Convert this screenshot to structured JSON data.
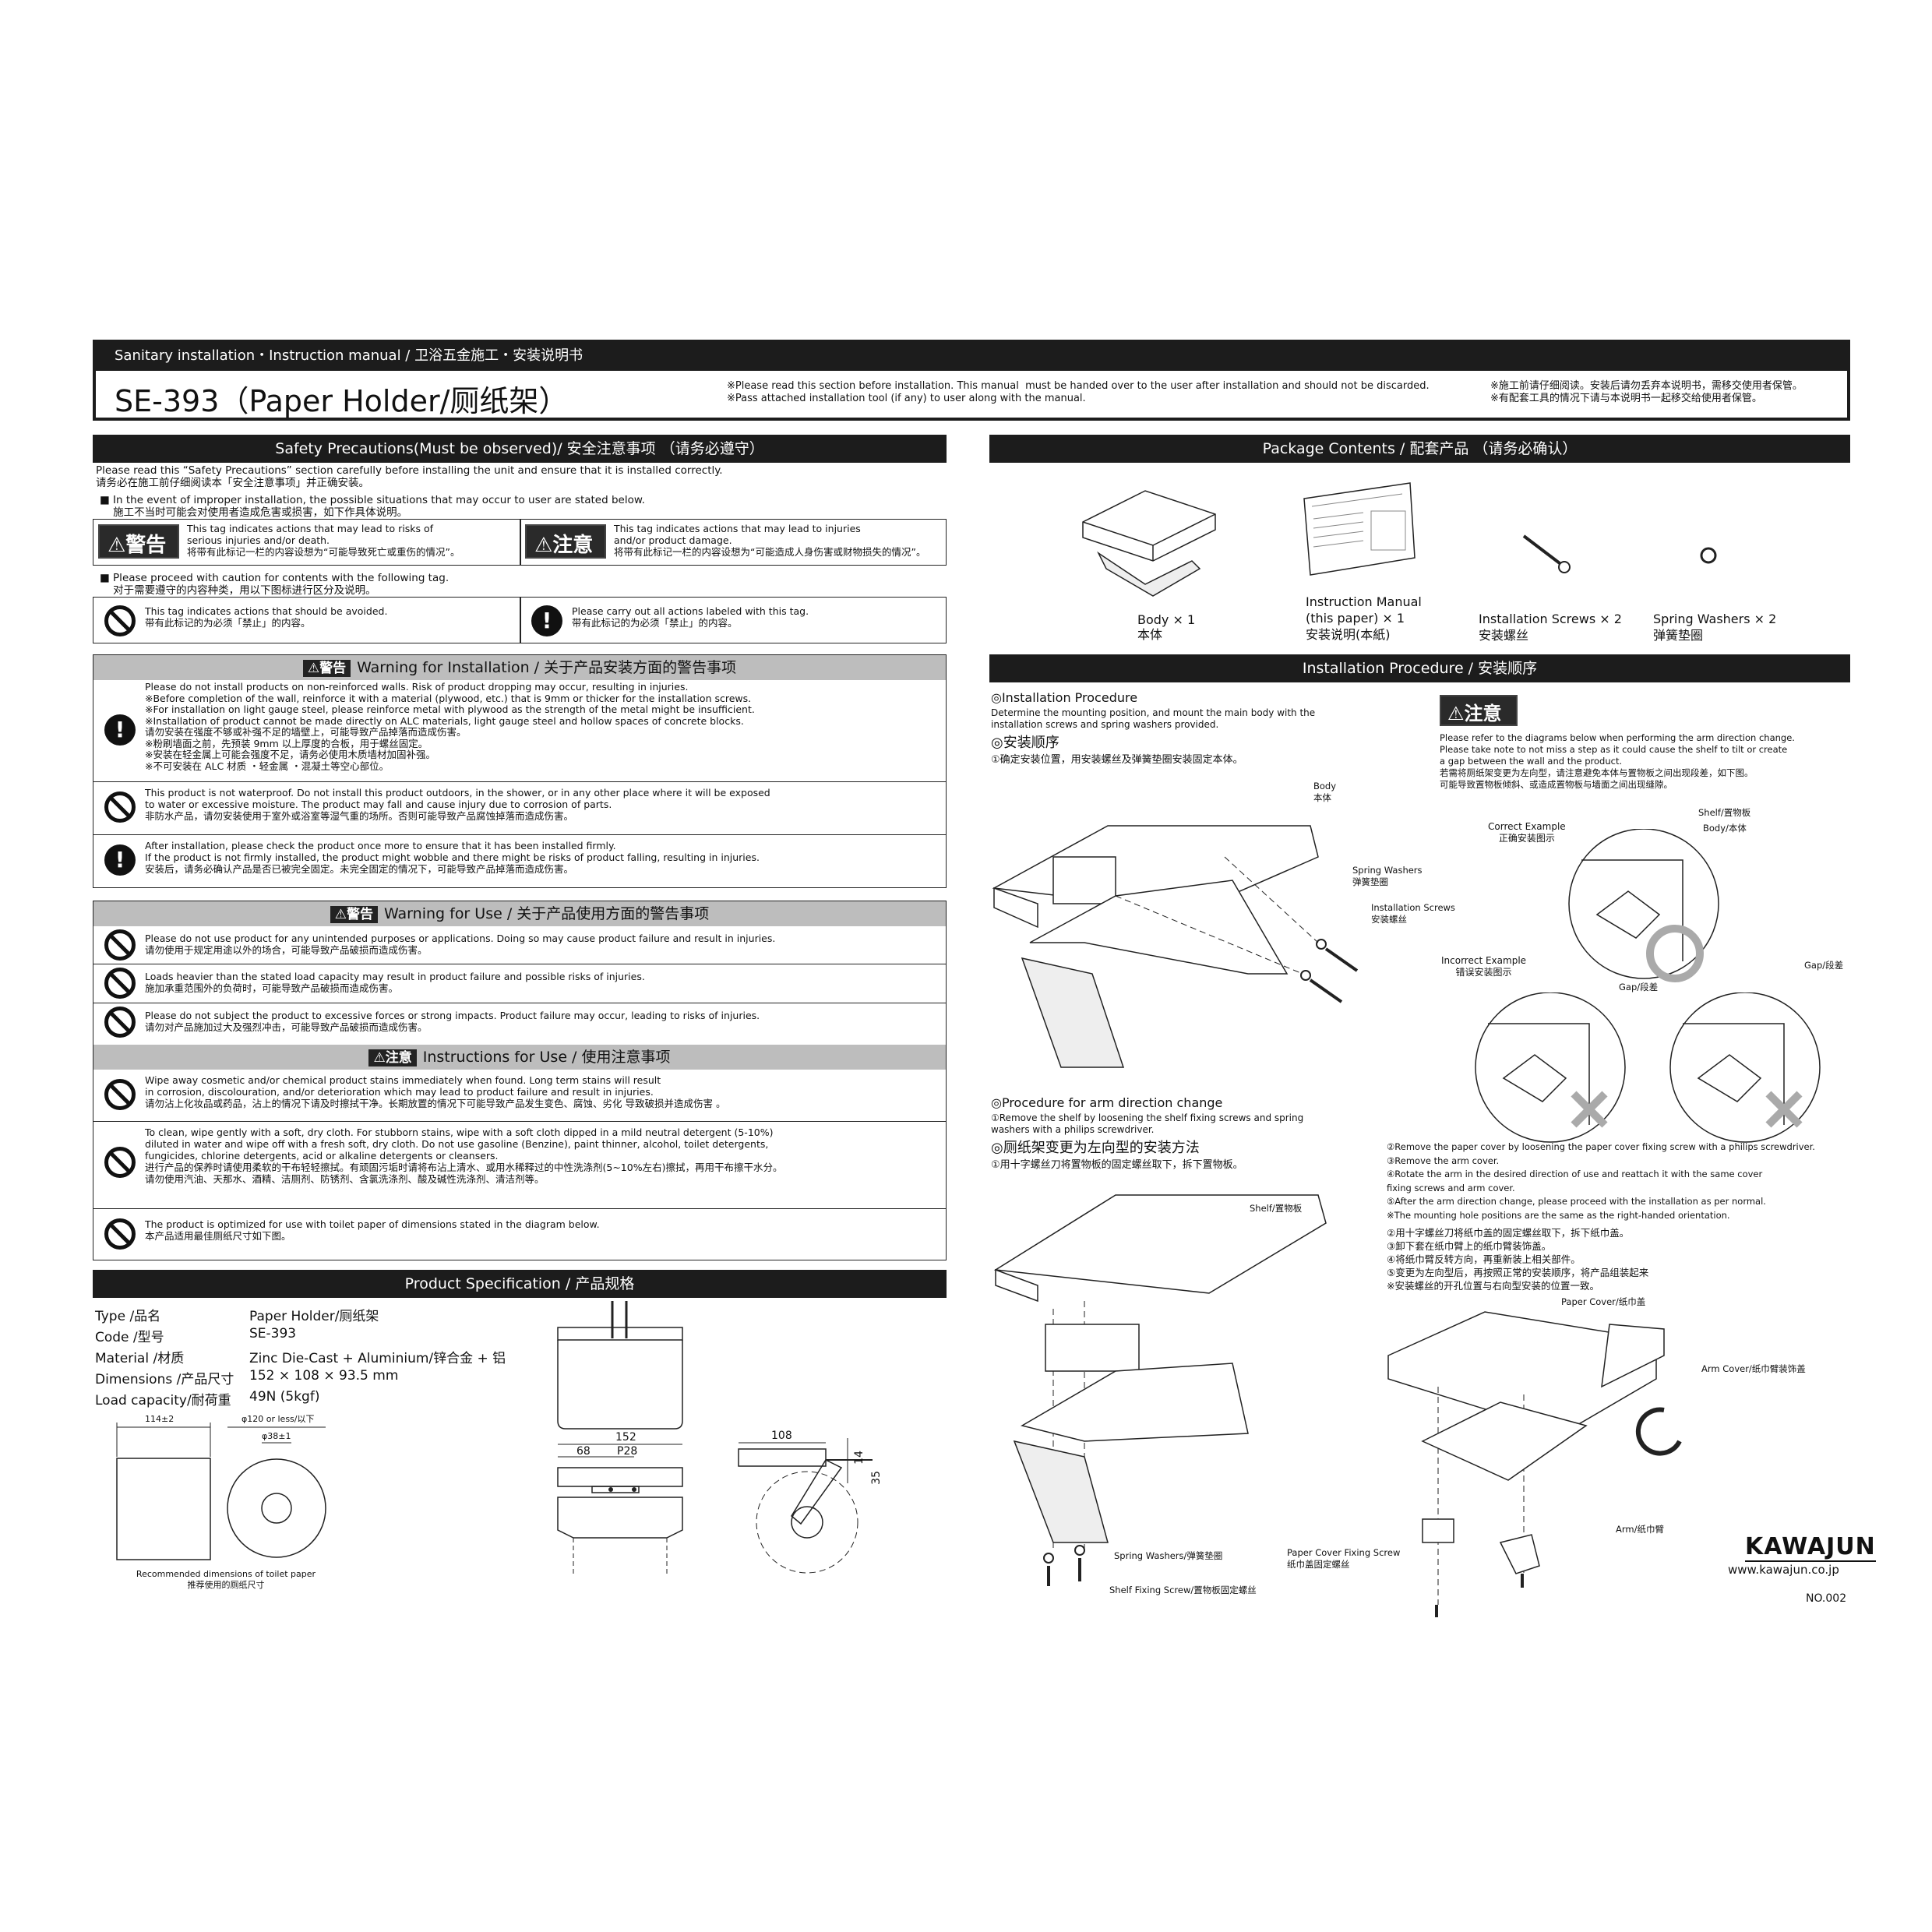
{
  "header": {
    "category": "Sanitary installation・Instruction manual / 卫浴五金施工・安装说明书",
    "title": "SE-393（Paper Holder/厕纸架）",
    "notice_en": "※Please read this section before installation. This manual  must be handed over to the user after installation and should not be discarded.\n※Pass attached installation tool (if any) to user along with the manual.",
    "notice_cn": "※施工前请仔细阅读。安装后请勿丢弃本说明书，需移交使用者保管。\n※有配套工具的情况下请与本说明书一起移交给使用者保管。"
  },
  "safety": {
    "heading": "Safety Precautions(Must be observed)/ 安全注意事项 （请务必遵守）",
    "intro": "Please read this “Safety Precautions” section carefully before installing the unit and ensure that it is installed correctly.\n请务必在施工前仔细阅读本「安全注意事项」并正确安装。",
    "bullet1": "■ In the event of improper installation, the possible situations that may occur to user are stated below.\n    施工不当时可能会对使用者造成危害或损害，如下作具体说明。",
    "warning_tag": "⚠警告",
    "warning_desc": "This tag indicates actions that may lead to risks of\nserious injuries and/or death.\n将带有此标记一栏的内容设想为“可能导致死亡或重伤的情况”。",
    "caution_tag": "⚠注意",
    "caution_desc": "This tag indicates actions that may lead to injuries\nand/or product damage.\n将带有此标记一栏的内容设想为“可能造成人身伤害或财物损失的情况”。",
    "bullet2": "■ Please proceed with caution for contents with the following tag.\n    对于需要遵守的内容种类，用以下图标进行区分及说明。",
    "prohibit_desc": "This tag indicates actions that should be avoided.\n带有此标记的为必须「禁止」的内容。",
    "mandatory_desc": "Please carry out all actions labeled with this tag.\n带有此标记的为必须「禁止」的内容。"
  },
  "warn_install": {
    "tag": "⚠警告",
    "heading": "Warning for Installation / 关于产品安装方面的警告事项",
    "items": [
      "Please do not install products on non-reinforced walls. Risk of product dropping may occur, resulting in injuries.\n※Before completion of the wall, reinforce it with a material (plywood, etc.) that is 9mm or thicker for the installation screws.\n※For installation on light gauge steel, please reinforce metal with plywood as the strength of the metal might be insufficient.\n※Installation of product cannot be made directly on ALC materials, light gauge steel and hollow spaces of concrete blocks.\n请勿安装在强度不够或补强不足的墙壁上，可能导致产品掉落而造成伤害。\n※粉刷墙面之前，先预装 9mm 以上厚度的合板，用于螺丝固定。\n※安装在轻金属上可能会强度不足，请务必使用木质墙材加固补强。\n※不可安装在 ALC 材质 ・轻金属 ・混凝土等空心部位。",
      "This product is not waterproof. Do not install this product outdoors, in the shower, or in any other place where it will be exposed\nto water or excessive moisture. The product may fall and cause injury due to corrosion of parts.\n非防水产品，请勿安装使用于室外或浴室等湿气重的场所。否则可能导致产品腐蚀掉落而造成伤害。",
      "After installation, please check the product once more to ensure that it has been installed firmly.\nIf the product is not firmly installed, the product might wobble and there might be risks of product falling, resulting in injuries.\n安装后，请务必确认产品是否已被完全固定。未完全固定的情况下，可能导致产品掉落而造成伤害。"
    ]
  },
  "warn_use": {
    "tag": "⚠警告",
    "heading": "Warning for Use / 关于产品使用方面的警告事项",
    "items": [
      "Please do not use product for any unintended purposes or applications. Doing so may cause product failure and result in injuries.\n请勿使用于规定用途以外的场合，可能导致产品破损而造成伤害。",
      "Loads heavier than the stated load capacity may result in product failure and possible risks of injuries.\n施加承重范围外的负荷时，可能导致产品破损而造成伤害。",
      "Please do not subject the product to excessive forces or strong impacts. Product failure may occur, leading to risks of injuries.\n请勿对产品施加过大及强烈冲击，可能导致产品破损而造成伤害。"
    ]
  },
  "instr_use": {
    "tag": "⚠注意",
    "heading": "Instructions for Use / 使用注意事项",
    "items": [
      "Wipe away cosmetic and/or chemical product stains immediately when found. Long term stains will result\nin corrosion, discolouration, and/or deterioration which may lead to product failure and result in injuries.\n请勿沾上化妆品或药品，沾上的情况下请及时擦拭干净。长期放置的情况下可能导致产品发生变色、腐蚀、劣化 导致破损并造成伤害 。",
      "To clean, wipe gently with a soft, dry cloth. For stubborn stains, wipe with a soft cloth dipped in a mild neutral detergent (5-10%)\ndiluted in water and wipe off with a fresh soft, dry cloth. Do not use gasoline (Benzine), paint thinner, alcohol, toilet detergents,\nfungicides, chlorine detergents, acid or alkaline detergents or cleansers.\n进行产品的保养时请使用柔软的干布轻轻擦拭。有顽固污垢时请将布沾上清水、或用水稀释过的中性洗涤剂(5~10%左右)擦拭，再用干布擦干水分。\n请勿使用汽油、天那水、酒精、洁厕剂、防锈剂、含氯洗涤剂、酸及碱性洗涤剂、清洁剂等。",
      "The product is optimized for use with toilet paper of dimensions stated in the diagram below.\n本产品适用最佳厕纸尺寸如下图。"
    ]
  },
  "spec": {
    "heading": "Product Specification / 产品规格",
    "rows": [
      {
        "label": "Type /品名",
        "value": "Paper Holder/厕纸架"
      },
      {
        "label": "Code /型号",
        "value": "SE-393"
      },
      {
        "label": "Material /材质",
        "value": "Zinc Die-Cast + Aluminium/锌合金 + 铝"
      },
      {
        "label": "Dimensions /产品尺寸",
        "value": "152 × 108 × 93.5 mm"
      },
      {
        "label": "Load capacity/耐荷重",
        "value": "49N (5kgf)"
      }
    ],
    "dim_114": "114±2",
    "dim_120": "φ120 or less/以下",
    "dim_38": "φ38±1",
    "paper_caption": "Recommended dimensions of toilet paper\n推荐使用的厕纸尺寸",
    "dim_152": "152",
    "dim_68": "68",
    "dim_p28": "P28",
    "dim_108": "108",
    "dim_14": "14",
    "dim_35": "35"
  },
  "package": {
    "heading": "Package Contents / 配套产品 （请务必确认）",
    "items": [
      {
        "label": "Body × 1\n本体"
      },
      {
        "label": "Instruction Manual\n(this paper) × 1\n安装说明(本紙)"
      },
      {
        "label": "Installation Screws × 2\n安装螺丝"
      },
      {
        "label": "Spring Washers × 2\n弹簧垫圈"
      }
    ]
  },
  "procedure": {
    "heading": "Installation  Procedure / 安装顺序",
    "install_title_en": "◎Installation Procedure",
    "install_text_en": "Determine the mounting position, and mount the main body with the\ninstallation screws and spring washers provided.",
    "install_title_cn": "◎安装顺序",
    "install_text_cn": "①确定安装位置，用安装螺丝及弹簧垫圈安装固定本体。",
    "lbl_body": "Body\n本体",
    "lbl_washers": "Spring Washers\n弹簧垫圈",
    "lbl_screws": "Installation Screws\n安装螺丝",
    "caution_tag": "⚠注意",
    "caution_text": "Please refer to the diagrams below when performing the arm direction change.\nPlease take note to not miss a step as it could cause the shelf to tilt or create\na gap between the wall and the product.\n若需将厕纸架变更为左向型，请注意避免本体与置物板之间出现段差，如下图。\n可能导致置物板倾斜、或造成置物板与墙面之间出现缝隙。",
    "correct": "Correct Example\n正确安装图示",
    "incorrect": "Incorrect Example\n错误安装图示",
    "shelf_lbl": "Shelf/置物板",
    "body_lbl": "Body/本体",
    "gap_lbl": "Gap/段差",
    "arm_title_en": "◎Procedure for arm direction change",
    "arm_text_en": "①Remove the shelf by loosening the shelf fixing screws and spring\nwashers with a philips screwdriver.",
    "arm_title_cn": "◎厕纸架变更为左向型的安装方法",
    "arm_text_cn": "①用十字螺丝刀将置物板的固定螺丝取下，拆下置物板。",
    "steps_en": "②Remove the paper cover by loosening the paper cover fixing screw with a philips screwdriver.\n③Remove the arm cover.\n④Rotate the arm in the desired direction of use and reattach it with the same cover\nfixing screws and arm cover.\n⑤After the arm direction change, please proceed with the installation as per normal.\n※The mounting hole positions are the same as the right-handed orientation.",
    "steps_cn": "②用十字螺丝刀将纸巾盖的固定螺丝取下，拆下纸巾盖。\n③卸下套在纸巾臂上的纸巾臂装饰盖。\n④将纸巾臂反转方向，再重新装上相关部件。\n⑤变更为左向型后，再按照正常的安装顺序，将产品组装起来\n※安装螺丝的开孔位置与右向型安装的位置一致。",
    "lbl_shelf": "Shelf/置物板",
    "lbl_paper_cover": "Paper Cover/纸巾盖",
    "lbl_arm_cover": "Arm Cover/纸巾臂装饰盖",
    "lbl_spring_washers": "Spring Washers/弹簧垫圈",
    "lbl_pc_screw": "Paper Cover Fixing Screw\n纸巾盖固定螺丝",
    "lbl_arm": "Arm/纸巾臂",
    "lbl_shelf_screw": "Shelf Fixing Screw/置物板固定螺丝"
  },
  "footer": {
    "brand": "KAWAJUN",
    "url": "www.kawajun.co.jp",
    "number": "NO.002"
  }
}
